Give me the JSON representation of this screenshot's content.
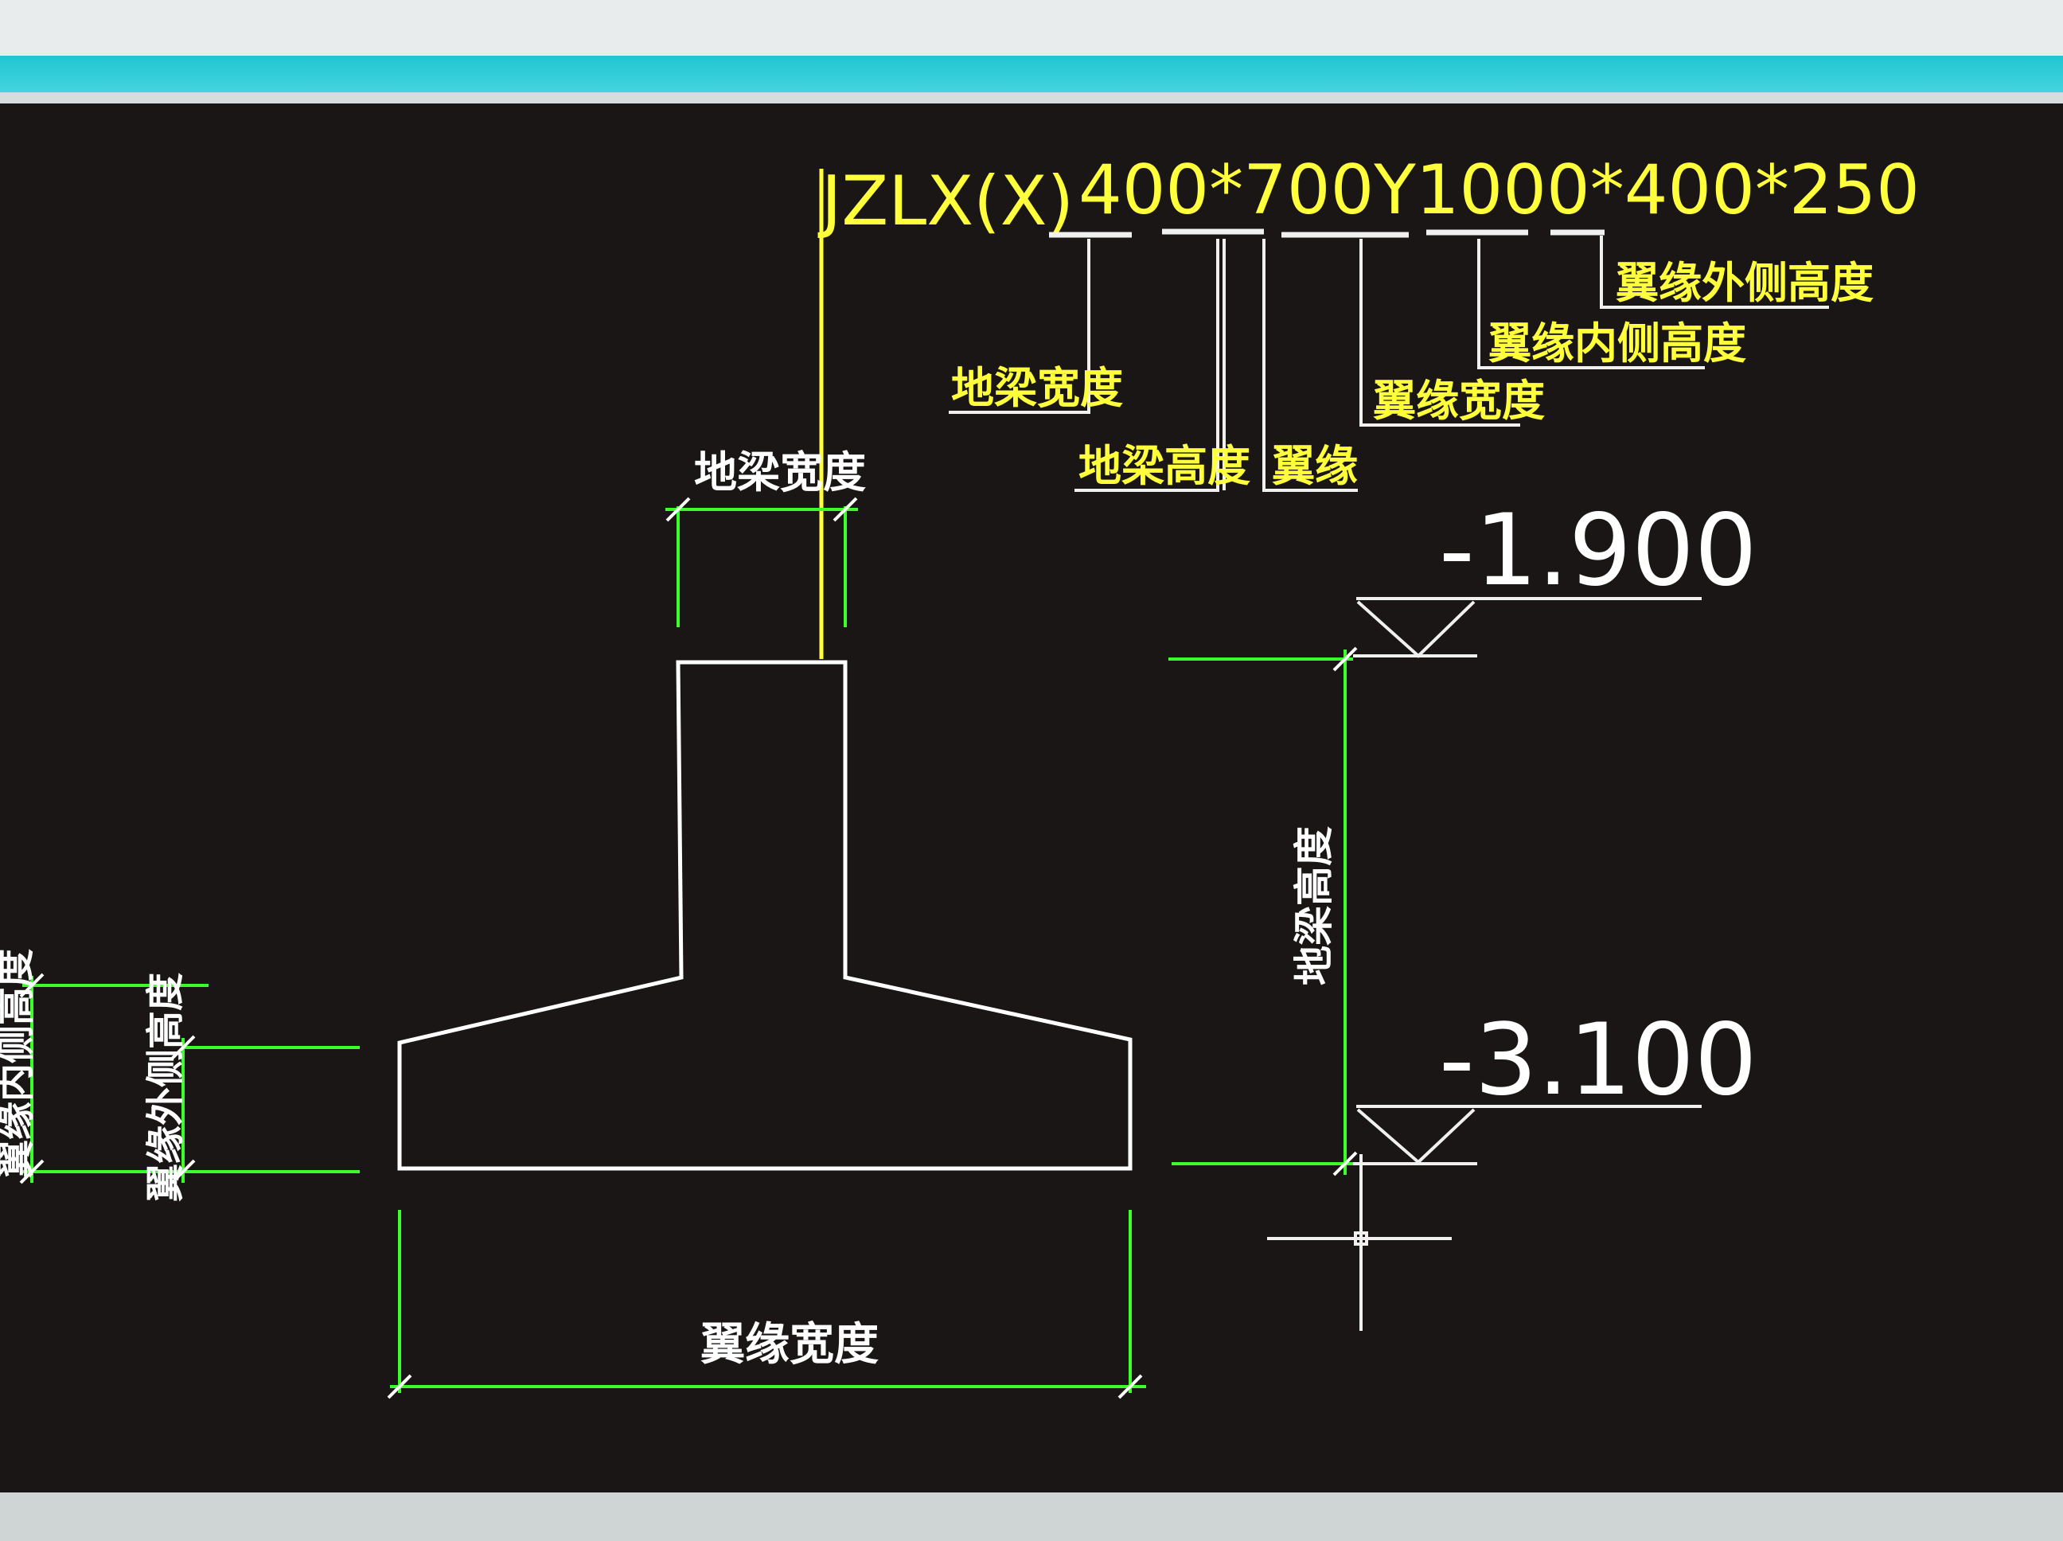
{
  "designation": {
    "prefix": "JZLX(X)",
    "spec": "400*700Y1000*400*250"
  },
  "callouts": {
    "beam_width": "地梁宽度",
    "beam_height": "地梁高度",
    "flange": "翼缘",
    "flange_width": "翼缘宽度",
    "flange_inner_height": "翼缘内侧高度",
    "flange_outer_height": "翼缘外侧高度"
  },
  "elevations": {
    "top": "-1.900",
    "bottom": "-3.100"
  },
  "dimensions": {
    "beam_width": "地梁宽度",
    "beam_height": "地梁高度",
    "flange_width": "翼缘宽度",
    "flange_inner_height": "翼缘内侧高度",
    "flange_outer_height": "翼缘外侧高度"
  },
  "colors": {
    "background": "#1a1616",
    "outline": "#ffffff",
    "dimension": "#3cff2a",
    "annotation": "#ffff3c",
    "titlebar": "#1fc6d2"
  }
}
